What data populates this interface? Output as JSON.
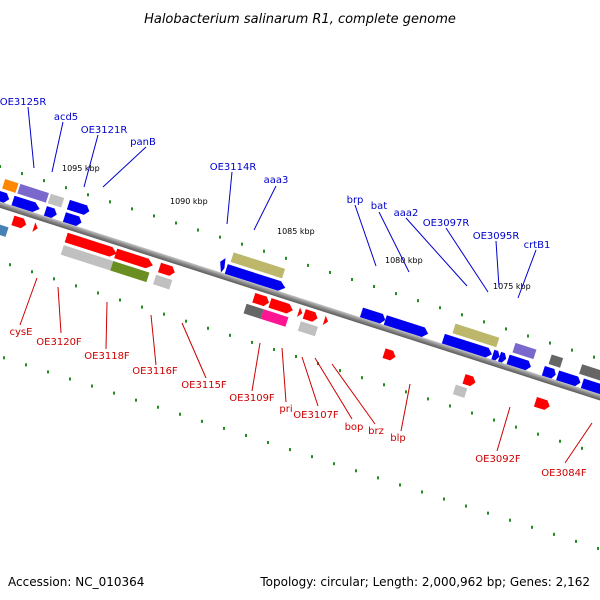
{
  "title": "Halobacterium salinarum R1, complete genome",
  "footer": {
    "accession": "Accession: NC_010364",
    "topology": "Topology: circular; Length: 2,000,962 bp; Genes: 2,162"
  },
  "colors": {
    "forward": "#ff0000",
    "reverse": "#0000ee",
    "label_forward": "#cc0000",
    "label_reverse": "#0000cc",
    "tick": "#228b22",
    "backbone": "#808080"
  },
  "scale": {
    "kbp_labels": [
      "1095 kbp",
      "1090 kbp",
      "1085 kbp",
      "1080 kbp",
      "1075 kbp"
    ]
  },
  "genes_top": [
    "OE3125R",
    "acd5",
    "OE3121R",
    "panB",
    "OE3114R",
    "aaa3",
    "brp",
    "bat",
    "aaa2",
    "OE3097R",
    "OE3095R",
    "crtB1"
  ],
  "genes_bottom": [
    "cysE",
    "OE3120F",
    "OE3118F",
    "OE3116F",
    "OE3115F",
    "OE3109F",
    "pri",
    "OE3107F",
    "bop",
    "brz",
    "blp",
    "OE3092F",
    "OE3084F"
  ]
}
